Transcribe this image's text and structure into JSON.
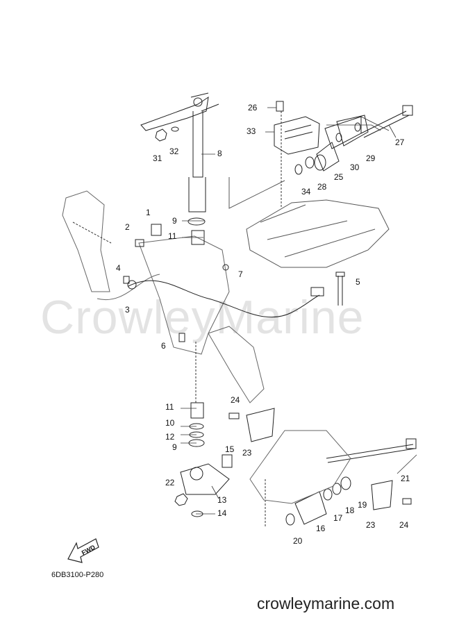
{
  "watermark": "CrowleyMarine",
  "footer_url": "crowleymarine.com",
  "part_code": "6DB3100-P280",
  "fwd_label": "FWD",
  "callouts": {
    "c1": "1",
    "c2": "2",
    "c3": "3",
    "c4": "4",
    "c5": "5",
    "c6": "6",
    "c7": "7",
    "c8": "8",
    "c9a": "9",
    "c9b": "9",
    "c10": "10",
    "c11a": "11",
    "c11b": "11",
    "c12": "12",
    "c13": "13",
    "c14": "14",
    "c15": "15",
    "c16": "16",
    "c17": "17",
    "c18": "18",
    "c19": "19",
    "c20": "20",
    "c21": "21",
    "c22": "22",
    "c23a": "23",
    "c23b": "23",
    "c24a": "24",
    "c24b": "24",
    "c25": "25",
    "c26": "26",
    "c27": "27",
    "c28": "28",
    "c29": "29",
    "c30": "30",
    "c31": "31",
    "c32": "32",
    "c33": "33",
    "c34": "34"
  }
}
